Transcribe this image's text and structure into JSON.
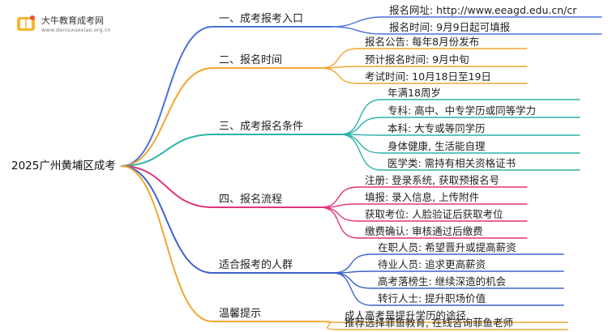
{
  "logo": {
    "title": "大牛教育成考网",
    "subtitle": "www.daniuxuexiao.org.cn",
    "icon": "book-icon"
  },
  "root": {
    "label": "2025广州黄埔区成考"
  },
  "branches": [
    {
      "label": "一、成考报考入口",
      "color": "#4a73d9",
      "leaves": [
        "报名网址: http://www.eeagd.edu.cn/cr",
        "报名时间: 9月9日起可填报"
      ]
    },
    {
      "label": "二、报名时间",
      "color": "#f2a630",
      "leaves": [
        "报名公告: 每年8月份发布",
        "预计报名时间: 9月中旬",
        "考试时间: 10月18日至19日"
      ]
    },
    {
      "label": "三、成考报名条件",
      "color": "#2bb3a8",
      "leaves": [
        "年满18周岁",
        "专科: 高中、中专学历或同等学力",
        "本科: 大专或等同学历",
        "身体健康, 生活能自理",
        "医学类: 需持有相关资格证书"
      ]
    },
    {
      "label": "四、报名流程",
      "color": "#e0347a",
      "leaves": [
        "注册: 登录系统, 获取预报名号",
        "填报: 录入信息, 上传附件",
        "获取考位: 人脸验证后获取考位",
        "缴费确认: 审核通过后缴费"
      ]
    },
    {
      "label": "适合报考的人群",
      "color": "#3f63c9",
      "leaves": [
        "在职人员: 希望晋升或提高薪资",
        "待业人员: 追求更高薪资",
        "高考落榜生: 继续深造的机会",
        "转行人士: 提升职场价值"
      ]
    },
    {
      "label": "温馨提示",
      "color": "#f0a732",
      "leaves": [
        "成人高考是提升学历的途径",
        "推荐选择菲鱼教育, 在线咨询菲鱼老师"
      ]
    }
  ]
}
